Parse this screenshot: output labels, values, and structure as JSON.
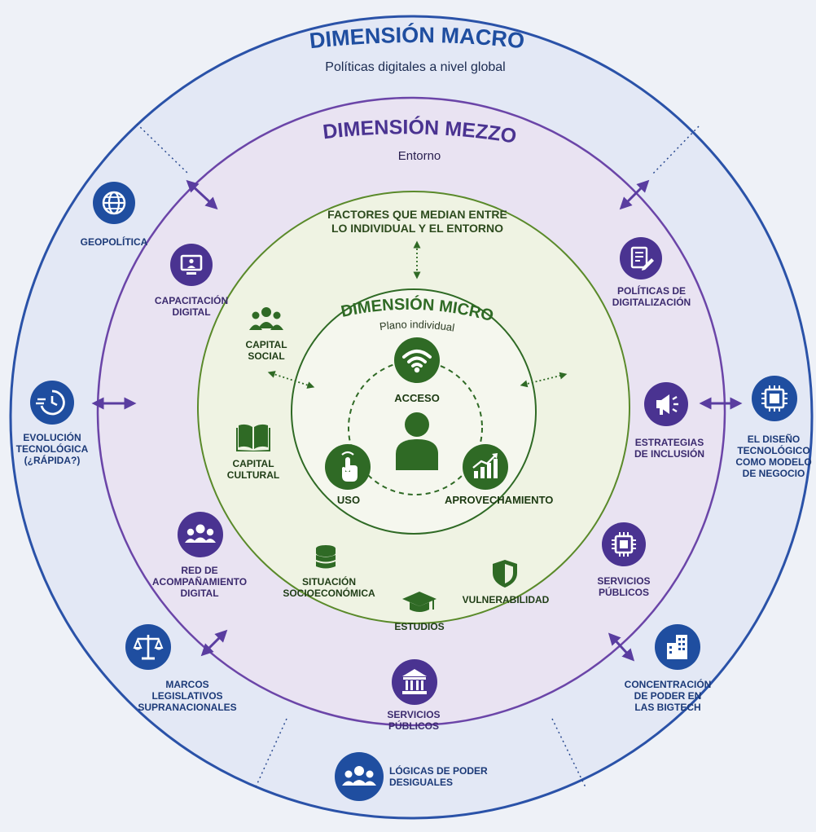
{
  "macro": {
    "title": "DIMENSIÓN MACRO",
    "subtitle": "Políticas digitales a nivel global"
  },
  "mezzo": {
    "title": "DIMENSIÓN MEZZO",
    "subtitle": "Entorno"
  },
  "factores": {
    "title": "FACTORES QUE MEDIAN ENTRE\nLO INDIVIDUAL Y EL ENTORNO"
  },
  "micro": {
    "title": "DIMENSIÓN MICRO",
    "subtitle": "Plano individual"
  },
  "macro_items": {
    "geopolitica": "GEOPOLÍTICA",
    "evolucion": "EVOLUCIÓN\nTECNOLÓGICA\n(¿RÁPIDA?)",
    "marcos": "MARCOS\nLEGISLATIVOS\nSUPRANACIONALES",
    "logicas": "LÓGICAS DE PODER\nDESIGUALES",
    "concentracion": "CONCENTRACIÓN\nDE PODER EN\nLAS BIGTECH",
    "diseno": "EL DISEÑO\nTECNOLÓGICO\nCOMO MODELO\nDE NEGOCIO"
  },
  "mezzo_items": {
    "capacitacion": "CAPACITACIÓN\nDIGITAL",
    "politicas": "POLÍTICAS DE\nDIGITALIZACIÓN",
    "estrategias": "ESTRATEGIAS\nDE INCLUSIÓN",
    "servicios_right": "SERVICIOS\nPÚBLICOS",
    "servicios_bottom": "SERVICIOS\nPÚBLICOS",
    "red": "RED DE\nACOMPAÑAMIENTO\nDIGITAL"
  },
  "factor_items": {
    "capital_social": "CAPITAL\nSOCIAL",
    "capital_cultural": "CAPITAL\nCULTURAL",
    "situacion": "SITUACIÓN\nSOCIOECONÓMICA",
    "estudios": "ESTUDIOS",
    "vulnerabilidad": "VULNERABILIDAD"
  },
  "micro_items": {
    "acceso": "ACCESO",
    "uso": "USO",
    "aprovechamiento": "APROVECHAMIENTO"
  },
  "colors": {
    "blue": "#1f4ea0",
    "purple": "#4a3391",
    "green": "#2f6a25",
    "macro_fill": "#e3e8f5",
    "mezzo_fill": "#e8e2f2",
    "factor_fill": "#eff3e2",
    "micro_fill": "#f5f7ee"
  }
}
